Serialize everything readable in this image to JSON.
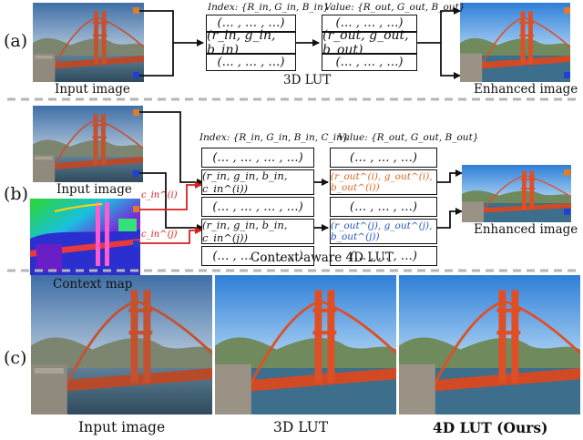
{
  "panels": {
    "a": "(a)",
    "b": "(b)",
    "c": "(c)"
  },
  "panel_a": {
    "input_caption": "Input image",
    "index_header": "Index: {R_in, G_in, B_in}",
    "value_header": "Value: {R_out, G_out, B_out}",
    "index_rows": [
      "(… , … , …)",
      "(r_in, g_in, b_in)",
      "(… , … , …)"
    ],
    "value_rows": [
      "(… , … , …)",
      "(r_out, g_out, b_out)",
      "(… , … , …)"
    ],
    "lut_caption": "3D LUT",
    "output_caption": "Enhanced image"
  },
  "panel_b": {
    "input_caption": "Input image",
    "context_caption": "Context map",
    "context_label_i": "c_in^(i)",
    "context_label_j": "c_in^(j)",
    "index_header": "Index: {R_in, G_in, B_in, C_in}",
    "value_header": "Value: {R_out, G_out, B_out}",
    "index_rows": [
      "(… , … , … , …)",
      "(r_in, g_in, b_in, c_in^(i))",
      "(… , … , … , …)",
      "(r_in, g_in, b_in, c_in^(j))",
      "(… , … , … , …)"
    ],
    "value_rows": [
      "(… , … , …)",
      "(r_out^(i), g_out^(i), b_out^(i))",
      "(… , … , …)",
      "(r_out^(j), g_out^(j), b_out^(j))",
      "(… , … , …)"
    ],
    "lut_caption": "Context-aware 4D LUT",
    "output_caption": "Enhanced image"
  },
  "panel_c": {
    "captions": [
      "Input image",
      "3D LUT",
      "4D LUT (Ours)"
    ]
  },
  "colors": {
    "context_red": "#d91e1e",
    "value_i_orange": "#e0661f",
    "value_j_blue": "#2455c3",
    "marker_orange": "#e07b2a",
    "marker_blue": "#1f3fd6",
    "separator": "#b5b5b5"
  },
  "icons": [
    "bridge-photo",
    "context-map-image",
    "orange-pixel-marker",
    "blue-pixel-marker"
  ]
}
